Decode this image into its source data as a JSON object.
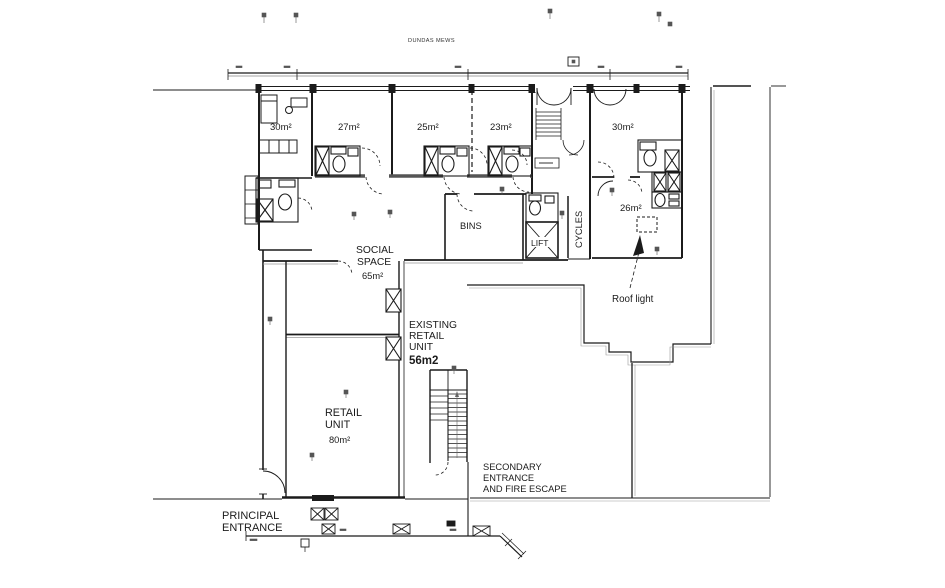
{
  "street": {
    "name": "DUNDAS MEWS"
  },
  "rooms": {
    "studio_left": "30m²",
    "studio_27": "27m²",
    "studio_25": "25m²",
    "studio_23": "23m²",
    "studio_right": "30m²",
    "studio_26": "26m²"
  },
  "service": {
    "bins": "BINS",
    "cycles": "CYCLES",
    "lift": "LIFT"
  },
  "areas": {
    "social_space": {
      "line1": "SOCIAL",
      "line2": "SPACE",
      "size": "65m²"
    },
    "existing_retail": {
      "line1": "EXISTING",
      "line2": "RETAIL",
      "line3": "UNIT",
      "size": "56m2"
    },
    "retail": {
      "line1": "RETAIL",
      "line2": "UNIT",
      "size": "80m²"
    }
  },
  "annotations": {
    "roof_light": "Roof light",
    "principal_entrance": {
      "line1": "PRINCIPAL",
      "line2": "ENTRANCE"
    },
    "secondary_entrance": {
      "line1": "SECONDARY",
      "line2": "ENTRANCE",
      "line3": "AND FIRE ESCAPE"
    }
  },
  "colors": {
    "ink": "#1b1b1b",
    "wall_gray": "#555555",
    "faint": "#999999",
    "background": "#ffffff"
  }
}
